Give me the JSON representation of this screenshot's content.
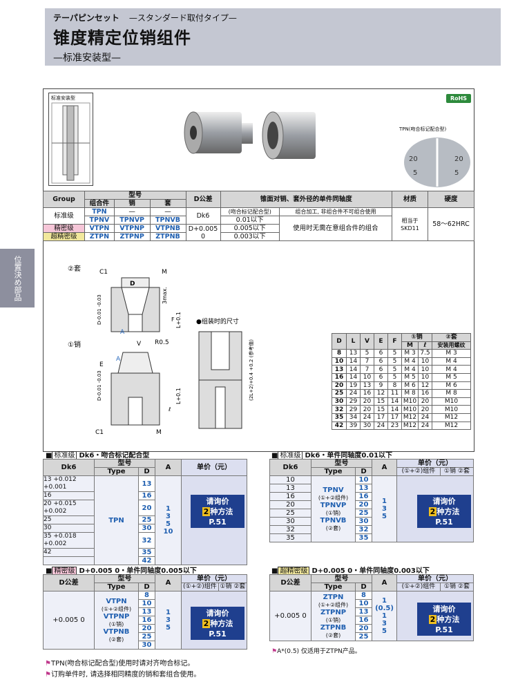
{
  "header": {
    "jp_title": "テーパピンセット",
    "jp_sub": "—スタンダード取付タイプ—",
    "cn_title": "锥度精定位销组件",
    "cn_sub": "—标准安装型—"
  },
  "side_tab": "位置決め部品",
  "install_label": "标准安装型",
  "rohs": "RoHS",
  "tpn_label": "TPN(吻合标记配合型)",
  "tpn_marks": [
    "20",
    "20",
    "5",
    "5"
  ],
  "spec": {
    "h_group": "Group",
    "h_model": "型号",
    "h_combo": "组合件",
    "h_pin": "销",
    "h_sleeve": "套",
    "h_tol": "D公差",
    "h_coax": "锥面对销、套外径的单件同轴度",
    "h_mat": "材质",
    "h_hard": "硬度",
    "rows": [
      {
        "group": "标准级",
        "combo": "TPN",
        "pin": "—",
        "sleeve": "—"
      },
      {
        "group": "",
        "combo": "TPNV",
        "pin": "TPNVP",
        "sleeve": "TPNVB"
      },
      {
        "group": "精密级",
        "combo": "VTPN",
        "pin": "VTPNP",
        "sleeve": "VTPNB"
      },
      {
        "group": "超精密级",
        "combo": "ZTPN",
        "pin": "ZTPNP",
        "sleeve": "ZTPNB"
      }
    ],
    "tol1": "Dk6",
    "tol2": "D+0.005 0",
    "coax": [
      "(吻合标记配合型)",
      "0.01以下",
      "0.005以下",
      "0.003以下"
    ],
    "coax_note1": "组合加工, 非组合件不可组合使用",
    "coax_note2": "使用时无需在意组合件的组合",
    "material": "相当于SKD11",
    "hardness": "58～62HRC"
  },
  "drawing_labels": {
    "sleeve": "②套",
    "pin": "①销",
    "assembled": "●组装时的尺寸",
    "c1": "C1",
    "m": "M",
    "dt": "D",
    "a": "A",
    "v": "V",
    "r": "R0.5",
    "e": "E",
    "f": "F",
    "l": "ℓ",
    "lmax": "3max.",
    "lt": "L+0.1",
    "tol_d": "D-0.01 -0.03",
    "ref": "(2L+2)+0.4 +0.2 (参考值)"
  },
  "dims": {
    "headers": [
      "D",
      "L",
      "V",
      "E",
      "F",
      "①销",
      "②套"
    ],
    "sub": [
      "M",
      "ℓ",
      "安装用螺纹"
    ],
    "rows": [
      [
        "8",
        "13",
        "5",
        "6",
        "5",
        "M 3",
        "7.5",
        "M 3"
      ],
      [
        "10",
        "14",
        "7",
        "6",
        "5",
        "M 4",
        "10",
        "M 4"
      ],
      [
        "13",
        "14",
        "7",
        "6",
        "5",
        "M 4",
        "10",
        "M 4"
      ],
      [
        "16",
        "14",
        "10",
        "6",
        "5",
        "M 5",
        "10",
        "M 5"
      ],
      [
        "20",
        "19",
        "13",
        "9",
        "8",
        "M 6",
        "12",
        "M 6"
      ],
      [
        "25",
        "24",
        "16",
        "12",
        "11",
        "M 8",
        "16",
        "M 8"
      ],
      [
        "30",
        "29",
        "20",
        "15",
        "14",
        "M10",
        "20",
        "M10"
      ],
      [
        "32",
        "29",
        "20",
        "15",
        "14",
        "M10",
        "20",
        "M10"
      ],
      [
        "35",
        "34",
        "24",
        "17",
        "17",
        "M12",
        "24",
        "M12"
      ],
      [
        "42",
        "39",
        "30",
        "24",
        "23",
        "M12",
        "24",
        "M12"
      ]
    ]
  },
  "sec1": {
    "tag": "标准级",
    "title": "Dk6・吻合标记配合型",
    "h_dk": "Dk6",
    "h_model": "型号",
    "h_type": "Type",
    "h_d": "D",
    "h_a": "A",
    "h_price": "单价（元）",
    "type": "TPN",
    "tol": [
      "13",
      "16",
      "20",
      "25",
      "30",
      "35",
      "42"
    ],
    "tolv": [
      "+0.012 +0.001",
      "",
      "+0.015 +0.002",
      "",
      "",
      "+0.018 +0.002",
      ""
    ],
    "d": [
      "13",
      "16",
      "20",
      "25",
      "30",
      "32",
      "35",
      "42"
    ],
    "a": [
      "1",
      "3",
      "5",
      "10"
    ]
  },
  "sec2": {
    "tag": "标准级",
    "title": "Dk6・单件同轴度0.01以下",
    "h_dk": "Dk6",
    "h_price": "单价（元）",
    "combo": "(①+②)组件",
    "pin": "①销",
    "sleeve": "②套",
    "tol": [
      "10",
      "13",
      "16",
      "20",
      "25",
      "30",
      "32",
      "35"
    ],
    "d": [
      "10",
      "13",
      "16",
      "20",
      "25",
      "30",
      "32",
      "35"
    ],
    "types": [
      "TPNV",
      "(①+②组件)",
      "TPNVP",
      "(①销)",
      "TPNVB",
      "(②套)"
    ],
    "a": [
      "1",
      "3",
      "5"
    ]
  },
  "sec3": {
    "tag": "精密级",
    "title": "D+0.005 0・单件同轴度0.005以下",
    "h_tol": "D公差",
    "tol": "+0.005 0",
    "d": [
      "8",
      "10",
      "13",
      "16",
      "20",
      "25",
      "30"
    ],
    "types": [
      "VTPN",
      "(①+②组件)",
      "VTPNP",
      "(①销)",
      "VTPNB",
      "(②套)"
    ],
    "a": [
      "1",
      "3",
      "5"
    ]
  },
  "sec4": {
    "tag": "超精密级",
    "title": "D+0.005 0・单件同轴度0.003以下",
    "h_tol": "D公差",
    "tol": "+0.005 0",
    "d": [
      "8",
      "10",
      "13",
      "16",
      "20",
      "25"
    ],
    "types": [
      "ZTPN",
      "(①+②组件)",
      "ZTPNP",
      "(①销)",
      "ZTPNB",
      "(②套)"
    ],
    "a": [
      "1",
      "(0.5)",
      "1",
      "3",
      "5"
    ],
    "note": "A*(0.5) 仅适用于ZTPN产品。"
  },
  "price": {
    "l1": "请询价",
    "l2": "2",
    "l3": "种方法",
    "l4": "P.51"
  },
  "notes": [
    "TPN(吻合标记配合型)使用时请对齐吻合标记。",
    "订购单件时, 请选择相同精度的销和套组合使用。"
  ]
}
